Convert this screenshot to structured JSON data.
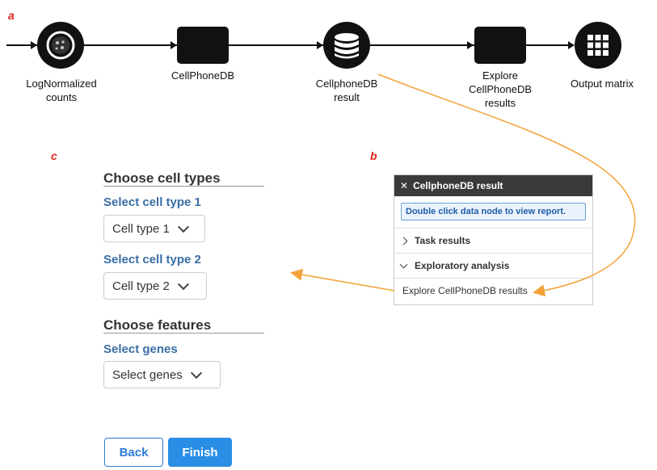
{
  "panels": {
    "a": "a",
    "b": "b",
    "c": "c"
  },
  "workflow": {
    "nodes": [
      {
        "label": "LogNormalized counts",
        "icon": "cells-icon"
      },
      {
        "label": "CellPhoneDB",
        "icon": "tool-box"
      },
      {
        "label": "CellphoneDB result",
        "icon": "database-icon"
      },
      {
        "label": "Explore CellPhoneDB results",
        "icon": "tool-box"
      },
      {
        "label": "Output matrix",
        "icon": "grid-icon"
      }
    ]
  },
  "form": {
    "cell_types_title": "Choose cell types",
    "cell_type_1_label": "Select cell type 1",
    "cell_type_1_value": "Cell type 1",
    "cell_type_2_label": "Select cell type 2",
    "cell_type_2_value": "Cell type 2",
    "features_title": "Choose features",
    "genes_label": "Select genes",
    "genes_value": "Select genes",
    "back_label": "Back",
    "finish_label": "Finish"
  },
  "side_panel": {
    "title": "CellphoneDB result",
    "hint": "Double click data node to view report.",
    "task_results": "Task results",
    "exploratory_analysis": "Exploratory analysis",
    "explore_item": "Explore CellPhoneDB results"
  },
  "colors": {
    "accent": "#2b8ee6",
    "label_blue": "#3a6ea5",
    "annotation_orange": "#f2a33a",
    "panel_letter": "#e0261b"
  }
}
